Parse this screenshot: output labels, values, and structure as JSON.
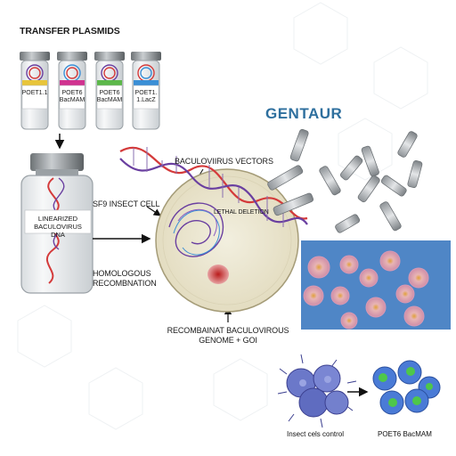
{
  "brand": "GENTAUR",
  "transfer_plasmids_title": "TRANSFER PLASMIDS",
  "vials": [
    {
      "label": "POET1.1",
      "band_color": "#e8c53a"
    },
    {
      "label": "POET6 BacMAM",
      "band_color": "#d0328f"
    },
    {
      "label": "POET6 BacMAM",
      "band_color": "#5cb84a"
    },
    {
      "label": "POET1. 1.LacZ",
      "band_color": "#3a8fd6"
    }
  ],
  "big_vial_label": "LINEARIZED BACULOVIRUS DNA",
  "labels": {
    "baculovirus_vectors": "BACULOVIIRUS VECTORS",
    "sf9_insect_cell": "Sf9 INSECT CELL",
    "lethal_deletion": "LETHAL DELETION",
    "homologous_recombination": "HOMOLOGOUS RECOMBNATION",
    "recombinant_genome": "RECOMBAINAT BACULOVIROUS GENOME + GOI",
    "insect_cells_control": "Insect cels control",
    "poet6_bacmam": "POET6 BacMAM"
  },
  "colors": {
    "brand": "#2e6f9e",
    "cell_fill": "#e9e4cf",
    "micrograph_bg": "#4f86c6",
    "dna_red": "#d43a3a",
    "dna_purple": "#6a3fa0"
  }
}
